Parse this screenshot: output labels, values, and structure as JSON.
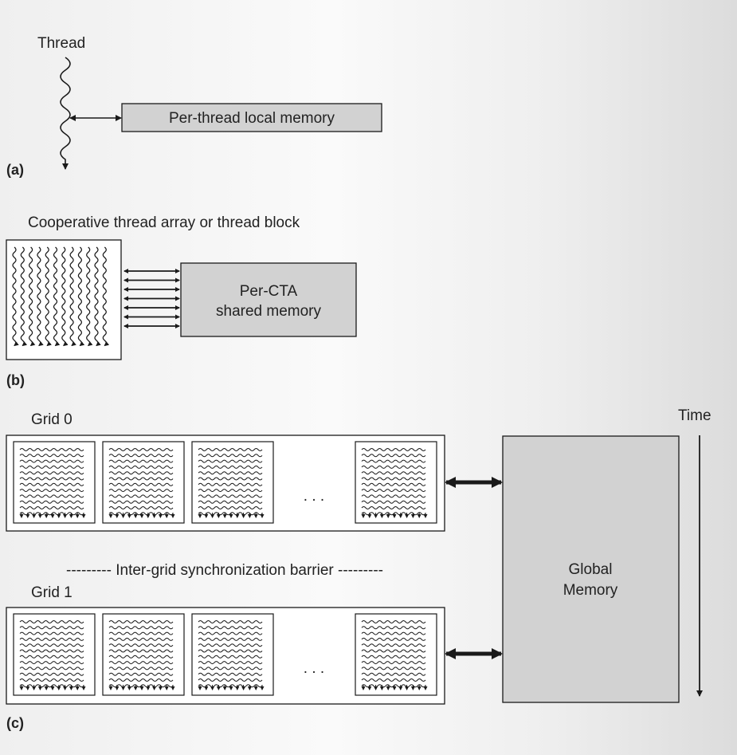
{
  "part_a": {
    "tag": "(a)",
    "thread_label": "Thread",
    "memory_label": "Per-thread local memory"
  },
  "part_b": {
    "tag": "(b)",
    "title": "Cooperative thread array or thread block",
    "memory_line1": "Per-CTA",
    "memory_line2": "shared memory"
  },
  "part_c": {
    "tag": "(c)",
    "grid0_label": "Grid 0",
    "grid1_label": "Grid 1",
    "barrier_label": "--------- Inter-grid synchronization barrier ---------",
    "ellipsis": ". . .",
    "time_label": "Time",
    "global_line1": "Global",
    "global_line2": "Memory"
  },
  "colors": {
    "box_fill": "#d2d2d2",
    "stroke": "#1a1a1a",
    "panel_fill": "#ffffff"
  }
}
